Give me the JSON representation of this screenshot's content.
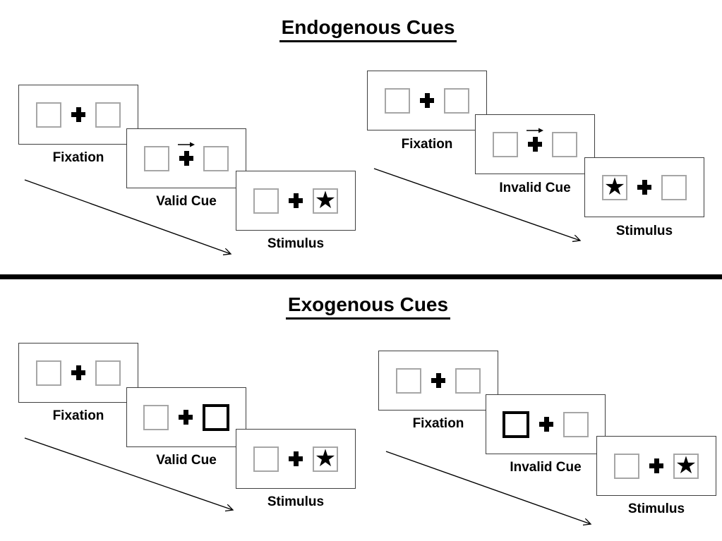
{
  "glyphs": {
    "star": "★"
  },
  "colors": {
    "background": "#ffffff",
    "ink": "#000000",
    "panel_border": "#3f3f3f",
    "placeholder_box_border": "#a6a6a6"
  },
  "sections": [
    {
      "title": "Endogenous Cues",
      "sequences": [
        {
          "condition": "valid",
          "steps": [
            {
              "label": "Fixation",
              "left_box": "empty",
              "center": "cross",
              "right_box": "empty"
            },
            {
              "label": "Valid Cue",
              "left_box": "empty",
              "center": "cross-with-right-arrow",
              "right_box": "empty"
            },
            {
              "label": "Stimulus",
              "left_box": "empty",
              "center": "cross",
              "right_box": "star"
            }
          ]
        },
        {
          "condition": "invalid",
          "steps": [
            {
              "label": "Fixation",
              "left_box": "empty",
              "center": "cross",
              "right_box": "empty"
            },
            {
              "label": "Invalid Cue",
              "left_box": "empty",
              "center": "cross-with-right-arrow",
              "right_box": "empty"
            },
            {
              "label": "Stimulus",
              "left_box": "star",
              "center": "cross",
              "right_box": "empty"
            }
          ]
        }
      ]
    },
    {
      "title": "Exogenous Cues",
      "sequences": [
        {
          "condition": "valid",
          "steps": [
            {
              "label": "Fixation",
              "left_box": "empty",
              "center": "cross",
              "right_box": "empty"
            },
            {
              "label": "Valid Cue",
              "left_box": "empty",
              "center": "cross",
              "right_box": "highlighted"
            },
            {
              "label": "Stimulus",
              "left_box": "empty",
              "center": "cross",
              "right_box": "star"
            }
          ]
        },
        {
          "condition": "invalid",
          "steps": [
            {
              "label": "Fixation",
              "left_box": "empty",
              "center": "cross",
              "right_box": "empty"
            },
            {
              "label": "Invalid Cue",
              "left_box": "highlighted",
              "center": "cross",
              "right_box": "empty"
            },
            {
              "label": "Stimulus",
              "left_box": "empty",
              "center": "cross",
              "right_box": "star"
            }
          ]
        }
      ]
    }
  ]
}
